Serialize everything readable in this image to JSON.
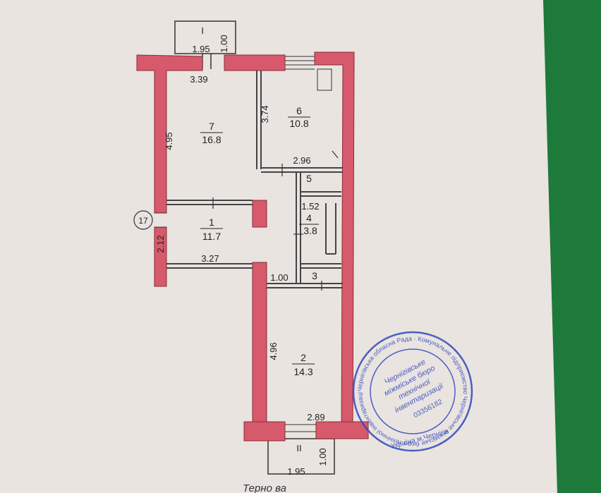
{
  "balconies": [
    {
      "id": "I",
      "width": "1.95",
      "depth": "1.00"
    },
    {
      "id": "II",
      "width": "1.95",
      "depth": "1.00"
    }
  ],
  "rooms": [
    {
      "number": "1",
      "area": "11.7"
    },
    {
      "number": "2",
      "area": "14.3"
    },
    {
      "number": "3",
      "area": ""
    },
    {
      "number": "4",
      "area": "3.8"
    },
    {
      "number": "5",
      "area": ""
    },
    {
      "number": "6",
      "area": "10.8"
    },
    {
      "number": "7",
      "area": "16.8"
    }
  ],
  "dimensions": {
    "top_wall": "3.39",
    "room7_height": "4.95",
    "room6_height": "3.74",
    "room6_width": "2.96",
    "room4_width": "1.52",
    "room1_height": "2.12",
    "room1_width": "3.27",
    "corridor_width": "1.00",
    "room2_height": "4.96",
    "room2_width": "2.89"
  },
  "axis_marker": "17",
  "stamp": {
    "outer_ring": "Чернігівська обласна Рада · Комунальне підприємство Чернігівське міжміське бюро технічної інвентаризації",
    "center_lines": [
      "Чернігівське",
      "міжміське бюро",
      "технічної",
      "інвентаризації"
    ],
    "code": "03356182",
    "bottom": "Україна м.Чернігів"
  },
  "footer_text": "Терно ва",
  "colors": {
    "paper": "#e9e4e0",
    "wall": "#d65a6b",
    "line": "#3a3a3a",
    "stamp": "#3047b8",
    "background": "#1e7a3a"
  }
}
